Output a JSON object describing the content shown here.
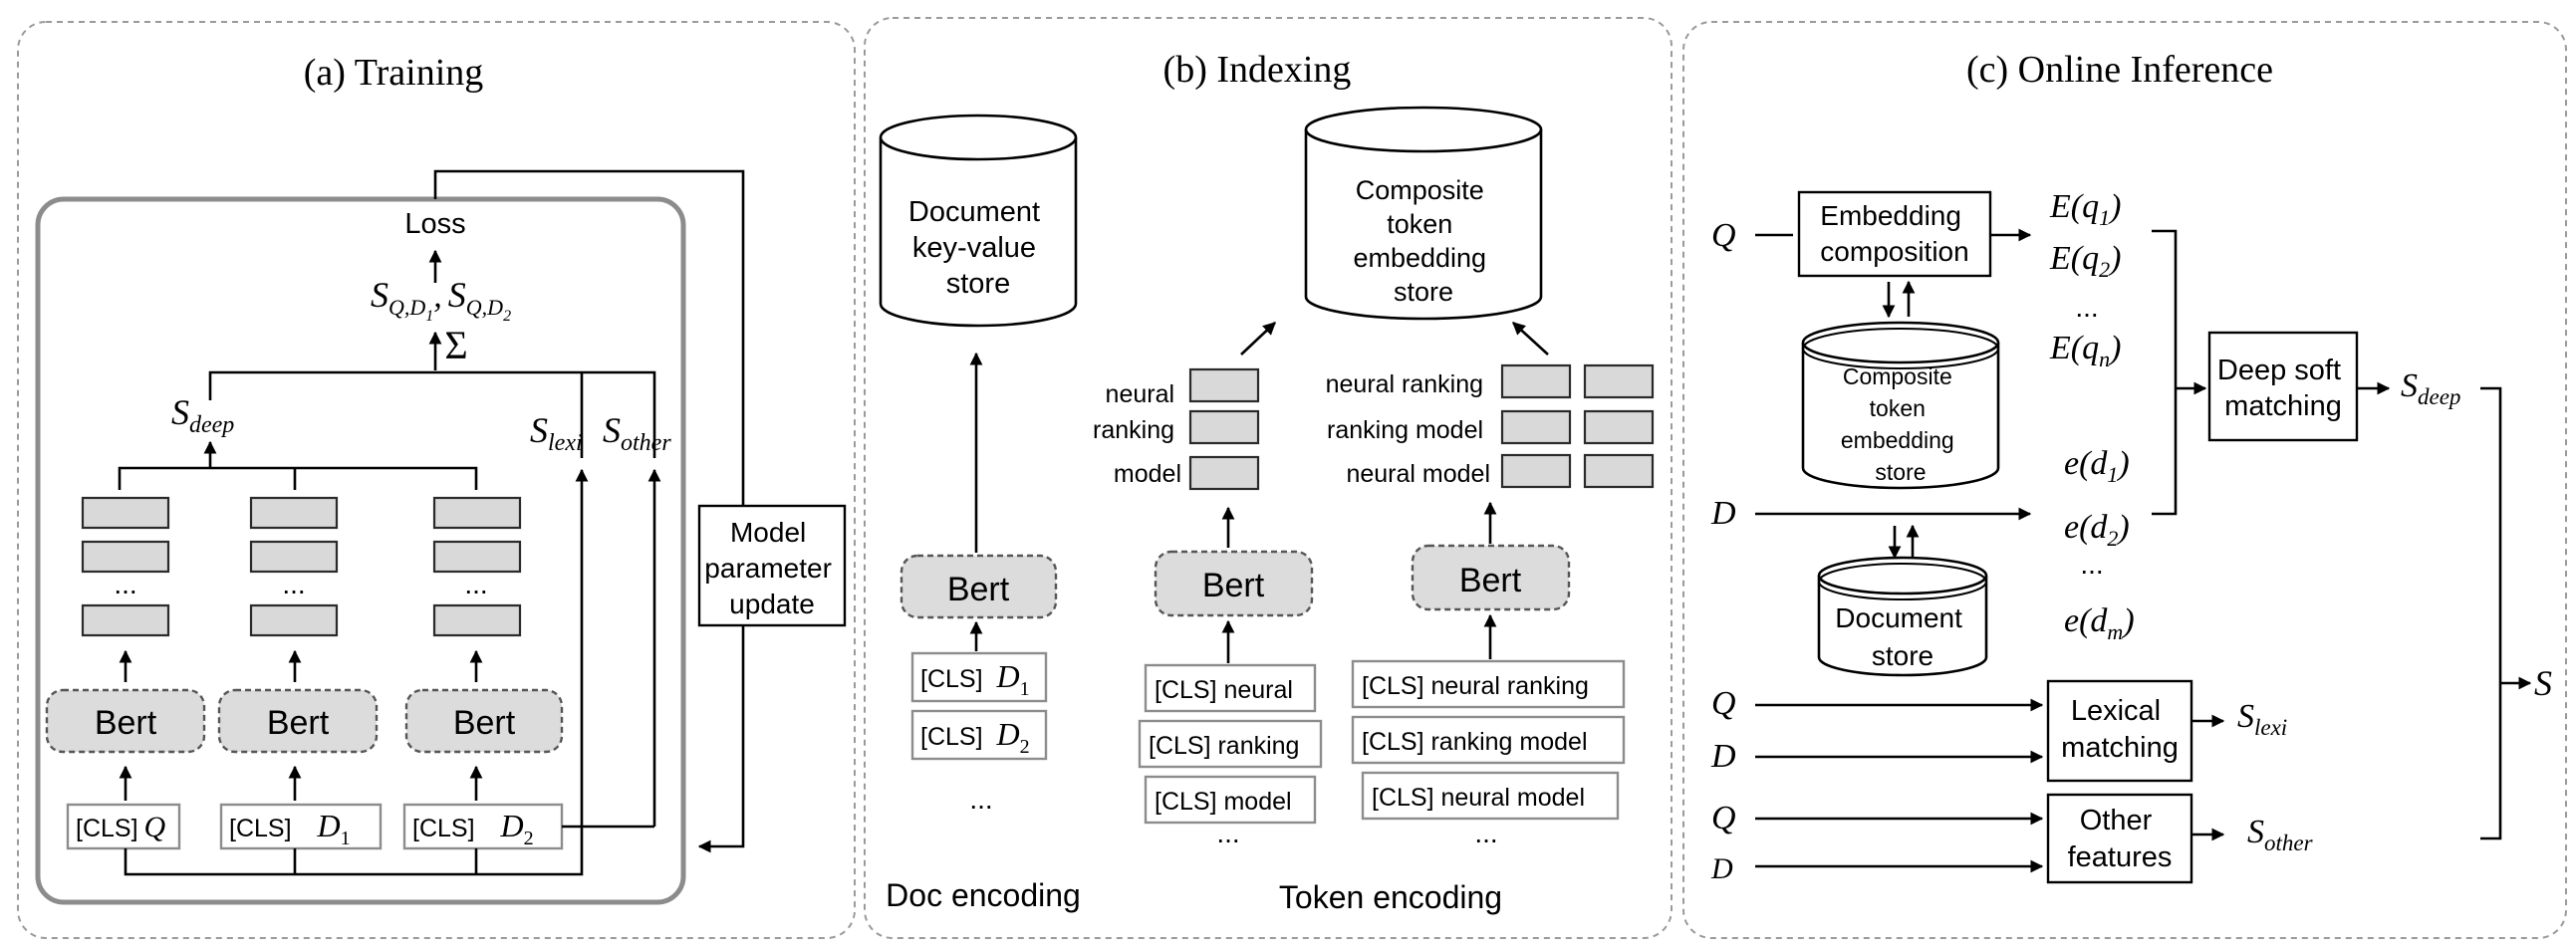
{
  "panels": {
    "training": {
      "title": "(a) Training",
      "loss": "Loss",
      "scores_combined": {
        "s1": "S",
        "s1_sub": "Q,D",
        "s1_subsub": "1",
        "comma": ",",
        "s2": "S",
        "s2_sub": "Q,D",
        "s2_subsub": "2"
      },
      "sum_symbol": "Σ",
      "s_deep": {
        "base": "S",
        "sub": "deep"
      },
      "s_lexi": {
        "base": "S",
        "sub": "lexi"
      },
      "s_other": {
        "base": "S",
        "sub": "other"
      },
      "ellipsis": "...",
      "bert": "Bert",
      "inputs": [
        {
          "cls": "[CLS]",
          "token": "Q",
          "sub": ""
        },
        {
          "cls": "[CLS]",
          "token": "D",
          "sub": "1"
        },
        {
          "cls": "[CLS]",
          "token": "D",
          "sub": "2"
        }
      ],
      "update_box": [
        "Model",
        "parameter",
        "update"
      ]
    },
    "indexing": {
      "title": "(b) Indexing",
      "doc_store": [
        "Document",
        "key-value",
        "store"
      ],
      "token_store": [
        "Composite",
        "token",
        "embedding",
        "store"
      ],
      "bert": "Bert",
      "doc_inputs": [
        {
          "cls": "[CLS]",
          "token": "D",
          "sub": "1"
        },
        {
          "cls": "[CLS]",
          "token": "D",
          "sub": "2"
        }
      ],
      "doc_ellipsis": "...",
      "token_labels_mid": [
        "neural",
        "ranking",
        "model"
      ],
      "token_labels_right": [
        "neural ranking",
        "ranking model",
        "neural model"
      ],
      "token_inputs_mid": [
        "[CLS]  neural",
        "[CLS]  ranking",
        "[CLS]  model"
      ],
      "token_inputs_right": [
        "[CLS]  neural ranking",
        "[CLS]  ranking model",
        "[CLS] neural model"
      ],
      "token_ellipsis": "...",
      "doc_encoding_label": "Doc encoding",
      "token_encoding_label": "Token encoding"
    },
    "inference": {
      "title": "(c) Online Inference",
      "q": "Q",
      "d": "D",
      "embedding_box": [
        "Embedding",
        "composition"
      ],
      "composite_store": [
        "Composite",
        "token",
        "embedding",
        "store"
      ],
      "document_store": [
        "Document",
        "store"
      ],
      "eq": [
        {
          "fn": "E(q",
          "sub": "1",
          "close": ")"
        },
        {
          "fn": "E(q",
          "sub": "2",
          "close": ")"
        },
        {
          "fn": "E(q",
          "sub": "n",
          "close": ")"
        }
      ],
      "ed": [
        {
          "fn": "e(d",
          "sub": "1",
          "close": ")"
        },
        {
          "fn": "e(d",
          "sub": "2",
          "close": ")"
        },
        {
          "fn": "e(d",
          "sub": "m",
          "close": ")"
        }
      ],
      "ellipsis": "...",
      "deep_box": [
        "Deep soft",
        "matching"
      ],
      "lexical_box": [
        "Lexical",
        "matching"
      ],
      "other_box": [
        "Other",
        "features"
      ],
      "s_deep": {
        "base": "S",
        "sub": "deep"
      },
      "s_lexi": {
        "base": "S",
        "sub": "lexi"
      },
      "s_other": {
        "base": "S",
        "sub": "other"
      },
      "s_final": "S"
    }
  }
}
